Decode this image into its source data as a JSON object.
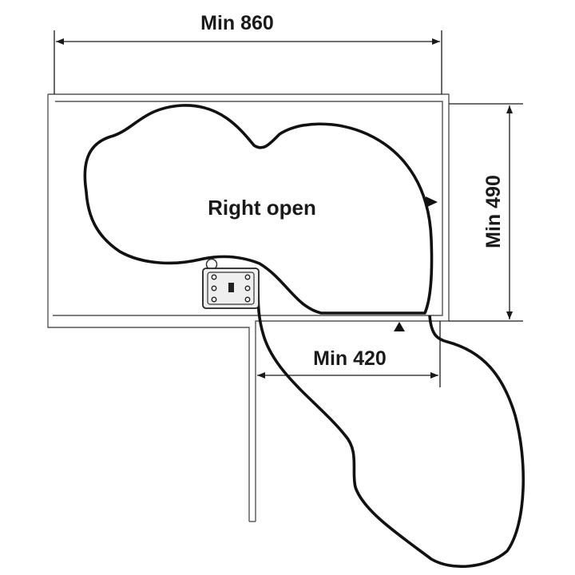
{
  "diagram": {
    "labels": {
      "width_dimension": "Min 860",
      "depth_dimension": "Min 490",
      "opening_dimension": "Min 420",
      "shelf_label": "Right open"
    },
    "colors": {
      "line": "#1a1a1a",
      "cabinet": "#555555",
      "shelf": "#111111",
      "background": "#ffffff"
    }
  }
}
